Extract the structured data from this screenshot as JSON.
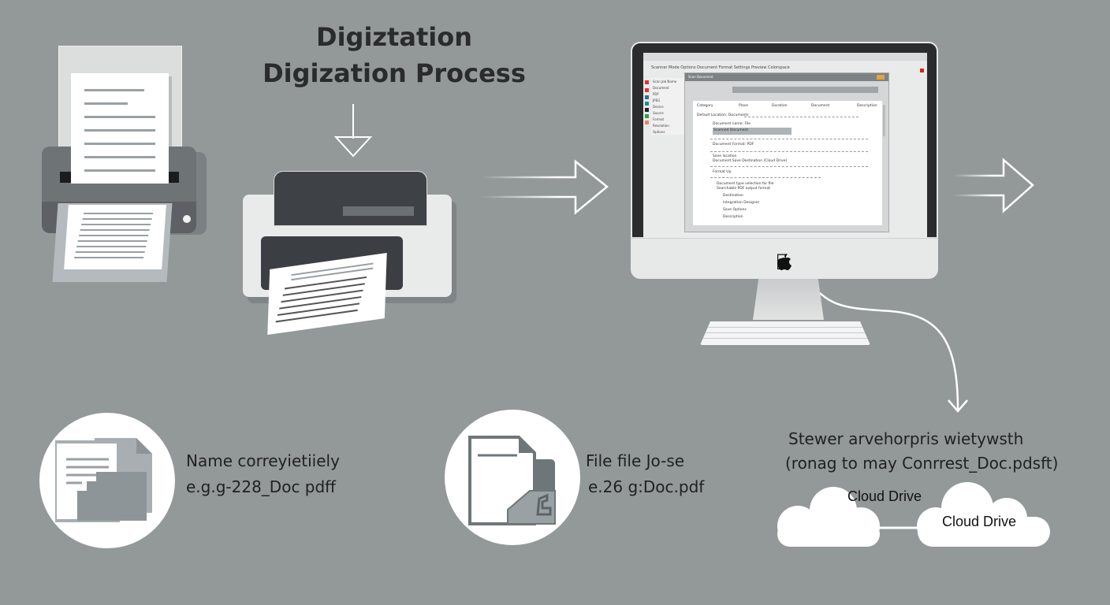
{
  "diagram": {
    "title_line1": "Digiztation",
    "title_line2": "Digization Process",
    "colors": {
      "background": "#939899",
      "paper": "#ffffff",
      "device_dark": "#3e4246",
      "device_light": "#e9eaea",
      "accent_orange": "#e5a43d"
    },
    "steps": [
      {
        "id": "scan",
        "icon": "scanner-icon"
      },
      {
        "id": "print",
        "icon": "printer-icon"
      },
      {
        "id": "computer",
        "icon": "imac-icon"
      },
      {
        "id": "next",
        "icon": "arrow-right-icon"
      }
    ],
    "screen": {
      "window_title": "Scan Document",
      "menu": "Scanner  Mode  Options  Document  Format  Settings  Preview  Colorspace",
      "sidebar_items": [
        "Scan Job Name",
        "Document",
        "PDF",
        "JPEG",
        "Device",
        "Source",
        "Format",
        "Resolution",
        "Options"
      ],
      "doc_headers": [
        "Category",
        "Place",
        "Duration",
        "Document",
        "Description"
      ],
      "doc_lines": [
        "Default Location: Documents",
        "Document name: File",
        "Scanned Document",
        "Document Format: PDF",
        "Save location",
        "Document Save Destination (Cloud Drive)",
        "Format Up",
        "Document type selection for file",
        "Searchable PDF output format",
        "Destination",
        "Integration Designer",
        "Save Options",
        "Description"
      ]
    },
    "bottom": {
      "naming": {
        "line1": "Name correyietiiely",
        "line2": "e.g.g-228_Doc pdff"
      },
      "file": {
        "line1": "File file Jo-se",
        "line2": "e.26 g:Doc.pdf"
      },
      "storage": {
        "line1": "Stewer arvehorpris wietywsth",
        "line2": "(ronag to may Conrrest_Doc.pdsft)"
      },
      "clouds": [
        {
          "label": "Cloud Drive"
        },
        {
          "label": "Cloud Drive"
        }
      ]
    }
  }
}
